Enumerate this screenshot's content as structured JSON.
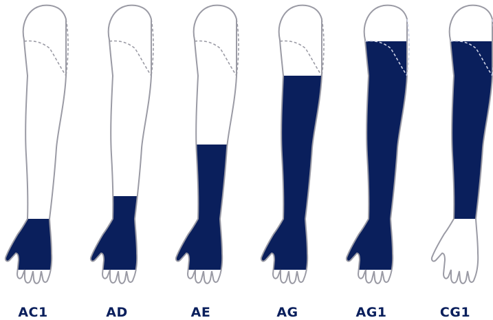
{
  "colors": {
    "fill": "#0a1f5c",
    "outline": "#9a9aa4",
    "label": "#0a1f5c",
    "background": "#ffffff"
  },
  "garments": [
    {
      "label": "AC1",
      "coverage": "hand-to-wrist",
      "covers_fingers": false
    },
    {
      "label": "AD",
      "coverage": "hand-to-below-knee-of-forearm",
      "covers_fingers": false
    },
    {
      "label": "AE",
      "coverage": "hand-to-elbow",
      "covers_fingers": false
    },
    {
      "label": "AG",
      "coverage": "hand-to-upper-arm",
      "covers_fingers": false
    },
    {
      "label": "AG1",
      "coverage": "hand-to-shoulder",
      "covers_fingers": false
    },
    {
      "label": "CG1",
      "coverage": "wrist-to-shoulder",
      "covers_fingers": false
    }
  ]
}
